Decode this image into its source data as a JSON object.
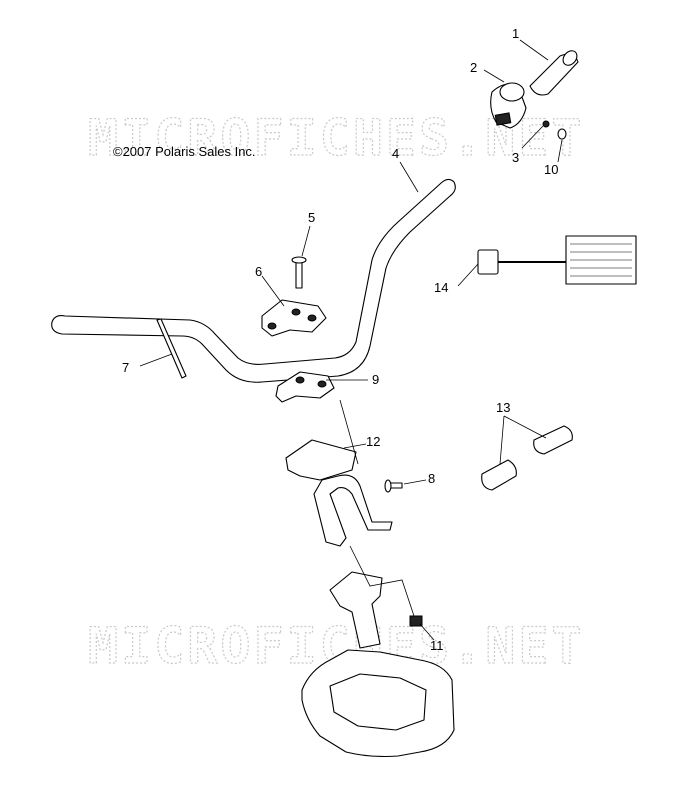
{
  "copyright": "©2007 Polaris Sales Inc.",
  "watermark": "MICROFICHES.NET",
  "callouts": [
    "1",
    "2",
    "3",
    "4",
    "5",
    "6",
    "7",
    "8",
    "9",
    "10",
    "11",
    "12",
    "13",
    "14"
  ]
}
